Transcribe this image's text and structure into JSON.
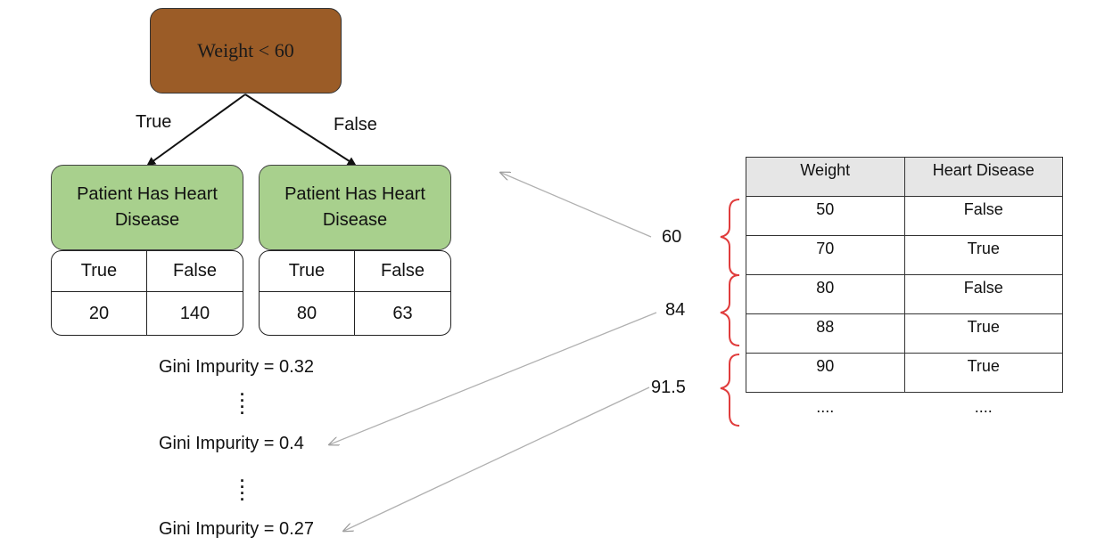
{
  "root": {
    "label": "Weight < 60"
  },
  "edges": {
    "true_label": "True",
    "false_label": "False"
  },
  "leaves": [
    {
      "label": "Patient Has Heart Disease",
      "headers": [
        "True",
        "False"
      ],
      "counts": [
        "20",
        "140"
      ]
    },
    {
      "label": "Patient Has Heart Disease",
      "headers": [
        "True",
        "False"
      ],
      "counts": [
        "80",
        "63"
      ]
    }
  ],
  "gini": [
    "Gini Impurity = 0.32",
    "Gini Impurity = 0.4",
    "Gini Impurity = 0.27"
  ],
  "thresholds": [
    "60",
    "84",
    "91.5"
  ],
  "table": {
    "headers": [
      "Weight",
      "Heart Disease"
    ],
    "rows": [
      [
        "50",
        "False"
      ],
      [
        "70",
        "True"
      ],
      [
        "80",
        "False"
      ],
      [
        "88",
        "True"
      ],
      [
        "90",
        "True"
      ]
    ],
    "ellipsis": [
      "....",
      "...."
    ]
  },
  "colors": {
    "root": "#9b5c27",
    "leaf": "#a8d08d",
    "brace": "#e03c3c",
    "pointer": "#b0b0b0"
  }
}
